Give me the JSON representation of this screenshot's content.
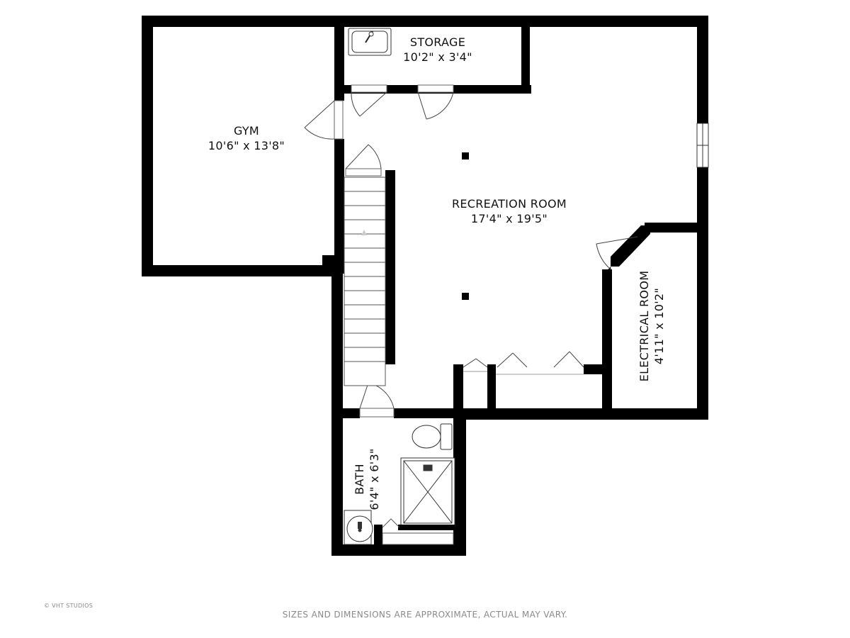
{
  "rooms": {
    "storage": {
      "name": "STORAGE",
      "dims": "10'2\" x 3'4\""
    },
    "gym": {
      "name": "GYM",
      "dims": "10'6\" x 13'8\""
    },
    "recreation": {
      "name": "RECREATION ROOM",
      "dims": "17'4\" x 19'5\""
    },
    "electrical": {
      "name": "ELECTRICAL ROOM",
      "dims": "4'11\" x 10'2\""
    },
    "bath": {
      "name": "BATH",
      "dims": "6'4\" x 6'3\""
    }
  },
  "footer": {
    "copyright": "© VHT STUDIOS",
    "disclaimer": "SIZES AND DIMENSIONS ARE APPROXIMATE, ACTUAL MAY VARY."
  },
  "icons": [
    "sink-icon",
    "toilet-icon",
    "shower-icon",
    "vanity-sink-icon",
    "stairs-icon",
    "support-column-icon",
    "door-icon",
    "window-icon"
  ],
  "colors": {
    "wall": "#000000",
    "background": "#ffffff",
    "fixture": "#333333"
  }
}
